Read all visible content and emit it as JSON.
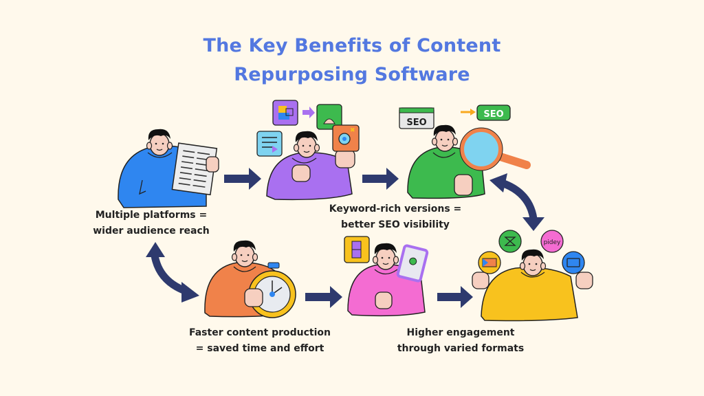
{
  "title": {
    "line1": "The Key Benefits of Content",
    "line2": "Repurposing Software"
  },
  "colors": {
    "background": "#FFF9EC",
    "title": "#5378E0",
    "arrow": "#2E3A6E",
    "blue_sweater": "#2F86F0",
    "purple_sweater": "#A970F0",
    "green_sweater": "#3DBA4E",
    "orange_sweater": "#F0824A",
    "pink_sweater": "#F46CD2",
    "yellow_sweater": "#F8C21E"
  },
  "steps": [
    {
      "id": "multiple-platforms",
      "figure": "person-holding-document",
      "caption_line1": "Multiple platforms =",
      "caption_line2": "wider audience reach"
    },
    {
      "id": "repurpose",
      "figure": "person-with-content-cards",
      "caption_line1": "",
      "caption_line2": ""
    },
    {
      "id": "seo",
      "figure": "person-with-magnifier",
      "caption_line1": "Keyword-rich versions =",
      "caption_line2": "better SEO visibility",
      "badges": [
        "SEO",
        "SEO"
      ]
    },
    {
      "id": "faster-production",
      "figure": "person-with-stopwatch",
      "caption_line1": "Faster content production",
      "caption_line2": "= saved time and effort"
    },
    {
      "id": "formats",
      "figure": "person-with-tablet",
      "caption_line1": "",
      "caption_line2": ""
    },
    {
      "id": "engagement",
      "figure": "person-with-social-icons",
      "caption_line1": "Higher engagement",
      "caption_line2": "through varied formats",
      "icon_labels": [
        "pidey"
      ]
    }
  ]
}
